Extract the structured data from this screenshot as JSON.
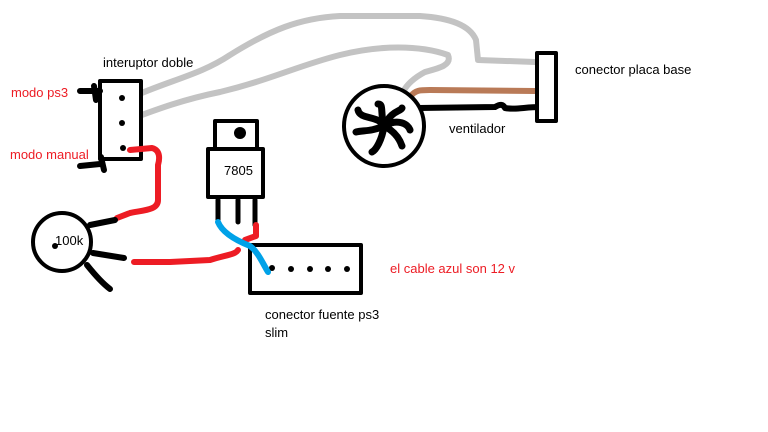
{
  "labels": {
    "switch": "interuptor doble",
    "mode_ps3": "modo ps3",
    "mode_manual": "modo manual",
    "pot": "100k",
    "regulator": "7805",
    "motherboard_connector": "conector placa base",
    "fan": "ventilador",
    "note": "el cable azul son 12 v",
    "psu_connector_line1": "conector fuente ps3",
    "psu_connector_line2": "slim"
  },
  "colors": {
    "gray_wire": "#c3c3c3",
    "red_wire": "#ed1c24",
    "blue_wire": "#00a2e8",
    "brown_wire": "#b97a57",
    "black": "#000000"
  }
}
